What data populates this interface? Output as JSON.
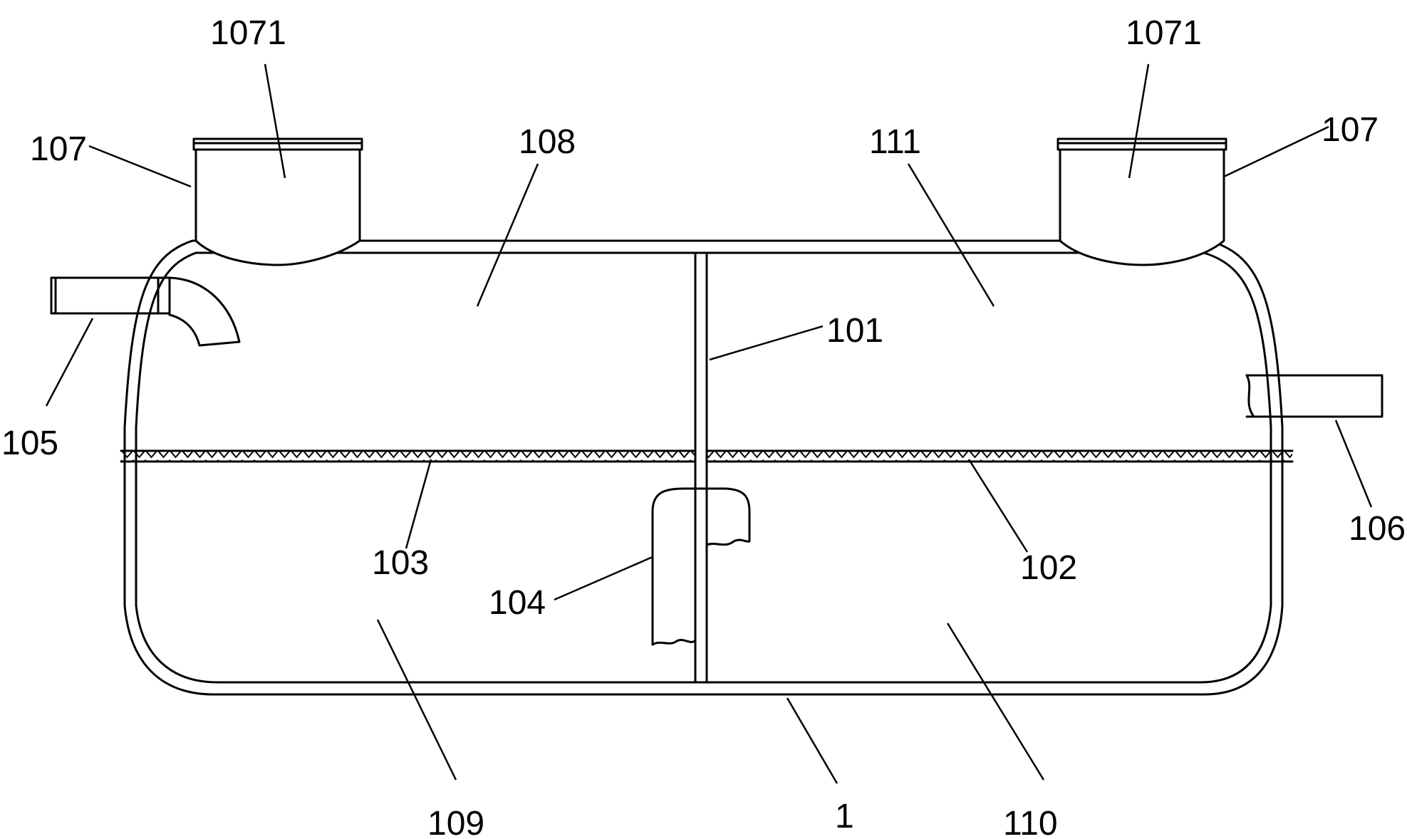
{
  "labels": {
    "l1071_left": "1071",
    "l1071_right": "1071",
    "l107_left": "107",
    "l107_right": "107",
    "l108": "108",
    "l111": "111",
    "l101": "101",
    "l105": "105",
    "l106": "106",
    "l103": "103",
    "l102": "102",
    "l104": "104",
    "l109": "109",
    "l1": "1",
    "l110": "110"
  }
}
